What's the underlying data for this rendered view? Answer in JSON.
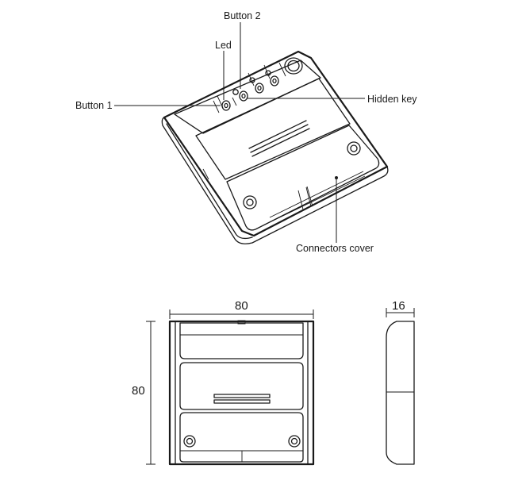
{
  "labels": {
    "button_2": "Button 2",
    "led": "Led",
    "button_1": "Button 1",
    "hidden_key": "Hidden key",
    "connectors_cover": "Connectors cover"
  },
  "dimensions": {
    "width": "80",
    "height": "80",
    "depth": "16"
  }
}
